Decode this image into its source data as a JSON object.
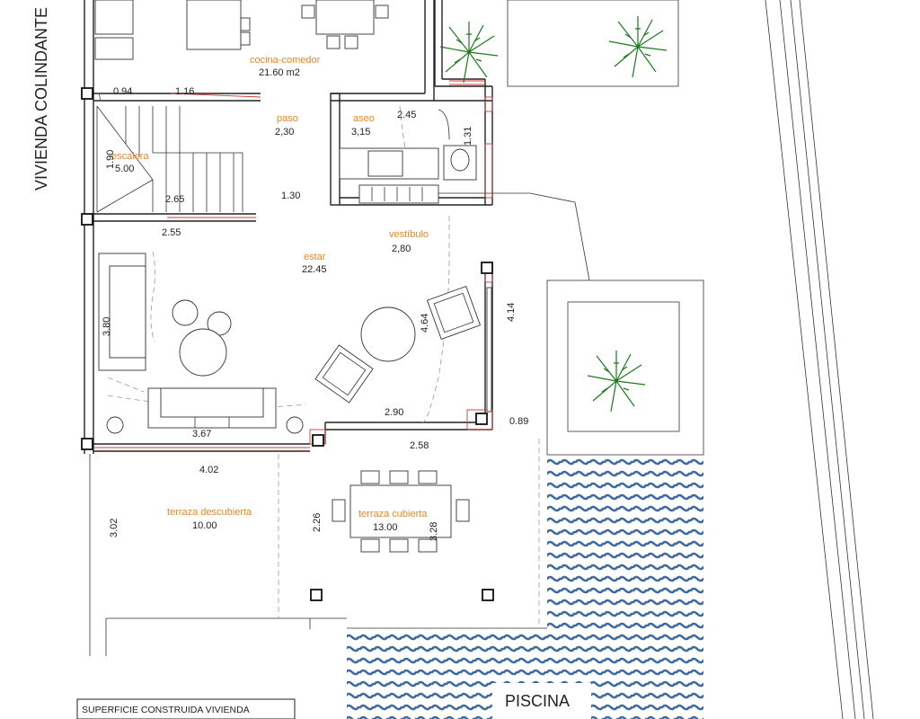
{
  "side_label": "VIVIENDA COLINDANTE",
  "rooms": {
    "cocina": {
      "name": "cocina-comedor",
      "area": "21.60 m2"
    },
    "paso": {
      "name": "paso",
      "area": "2,30"
    },
    "aseo": {
      "name": "aseo",
      "area": "3,15"
    },
    "escalera": {
      "name": "escalera",
      "area": "5.00"
    },
    "vestibulo": {
      "name": "vestíbulo",
      "area": "2,80"
    },
    "estar": {
      "name": "estar",
      "area": "22.45"
    },
    "terraza_descubierta": {
      "name": "terraza descubierta",
      "area": "10.00"
    },
    "terraza_cubierta": {
      "name": "terraza cubierta",
      "area": "13.00"
    }
  },
  "dimensions": {
    "d094": "0.94",
    "d116": "1.16",
    "d245": "2.45",
    "d131": "1.31",
    "d190": "1.90",
    "d265": "2.65",
    "d130": "1.30",
    "d255": "2.55",
    "d414": "4.14",
    "d380": "3.80",
    "d464": "4.64",
    "d290": "2.90",
    "d089": "0.89",
    "d367": "3.67",
    "d258": "2.58",
    "d402": "4.02",
    "d302": "3.02",
    "d226": "2.26",
    "d328": "3.28"
  },
  "pool_label": "PISCINA",
  "table_header": "SUPERFICIE CONSTRUIDA VIVIENDA",
  "colors": {
    "room_label": "#e8872a",
    "water": "#3f6aa0",
    "palm": "#1b7a1b",
    "accent": "#c83c3c"
  }
}
